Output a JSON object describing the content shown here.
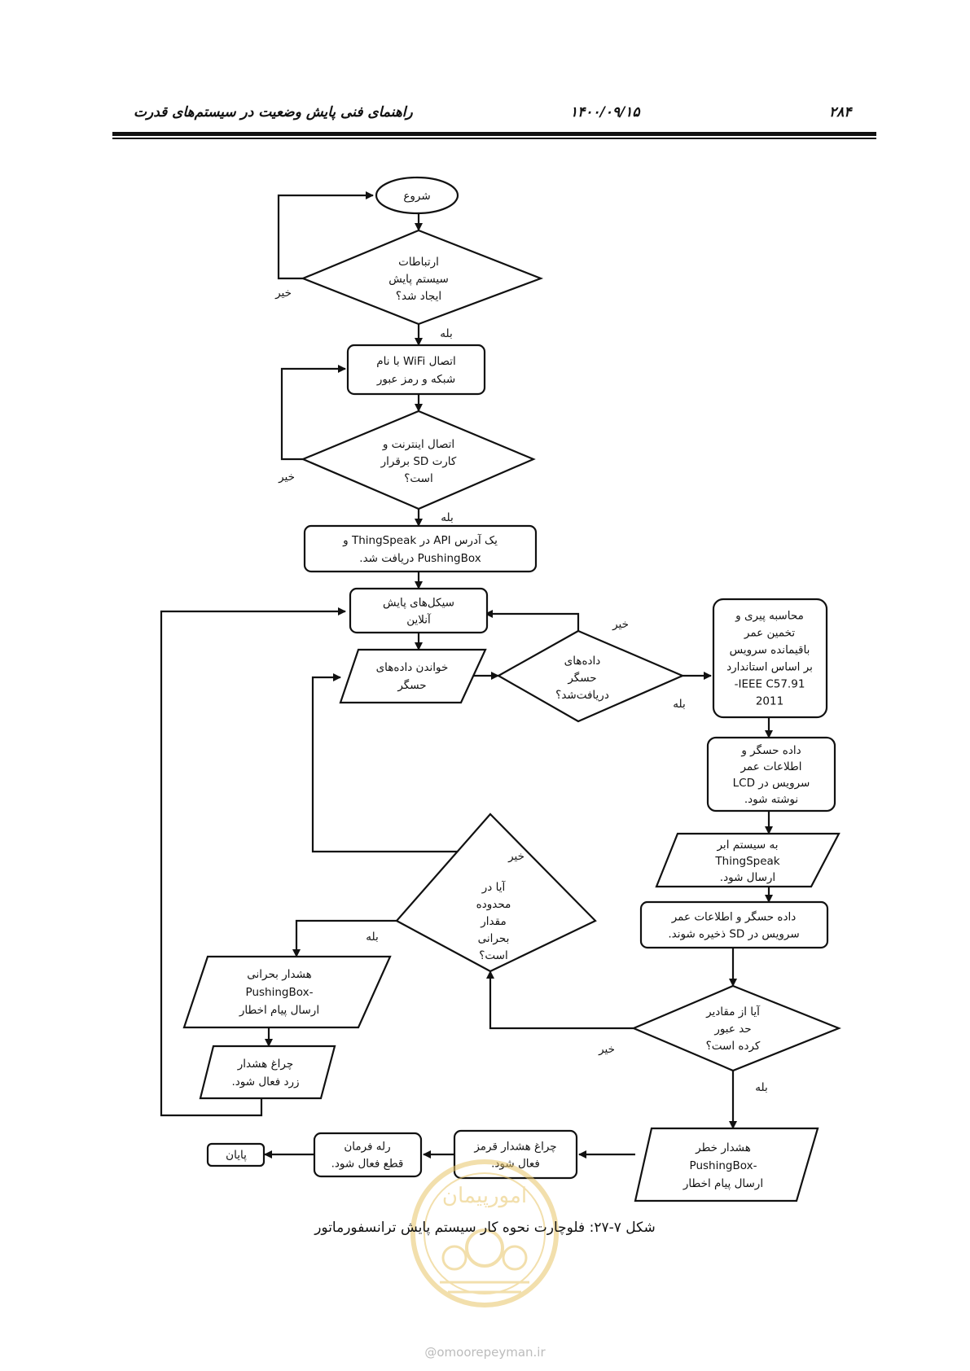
{
  "header": {
    "page_number": "۲۸۴",
    "date": "۱۴۰۰/۰۹/۱۵",
    "book_title": "راهنمای فنی پایش وضعیت در سیستم‌های قدرت"
  },
  "nodes": {
    "start": [
      "شروع"
    ],
    "d_comm": [
      "ارتباطات",
      "سیستم پایش",
      "ایجاد شد؟"
    ],
    "wifi": [
      "اتصال WiFi با نام",
      "شبکه و رمز عبور"
    ],
    "d_internet": [
      "اتصال اینترنت و",
      "کارت SD برقرار",
      "است؟"
    ],
    "api": [
      "یک آدرس API در ThingSpeak و",
      "PushingBox دریافت شد."
    ],
    "cycles": [
      "سیکل‌های پایش",
      "آنلاین"
    ],
    "read": [
      "خواندن داده‌های",
      "حسگر"
    ],
    "d_data": [
      "داده‌های",
      "حسگر",
      "دریافت‌شد؟"
    ],
    "calc": [
      "محاسبه پیری و",
      "تخمین عمر",
      "باقیمانده سرویس",
      "بر اساس استاندارد",
      "IEEE C57.91-",
      "2011"
    ],
    "lcd": [
      "داده حسگر و",
      "اطلاعات عمر",
      "سرویس در LCD",
      "نوشته شود."
    ],
    "cloud": [
      "به سیستم ابر",
      "ThingSpeak",
      "ارسال شود."
    ],
    "sd": [
      "داده حسگر و اطلاعات عمر",
      "سرویس در SD ذخیره شوند."
    ],
    "d_exceed": [
      "آیا از مقادیر",
      "حد عبور",
      "کرده است؟"
    ],
    "d_critical": [
      "آیا در",
      "محدوده",
      "مقدار",
      "بحرانی",
      "است؟"
    ],
    "alarm_crit": [
      "هشدار بحرانی",
      "-PushingBox",
      "ارسال پیام اخطار"
    ],
    "yellow": [
      "چراغ هشدار",
      "زرد فعال شود."
    ],
    "alarm_danger": [
      "هشدار خطر",
      "-PushingBox",
      "ارسال پیام اخطار"
    ],
    "red": [
      "چراغ هشدار قرمز",
      "فعال شود."
    ],
    "relay": [
      "رله فرمان",
      "قطع فعال شود."
    ],
    "end": [
      "پایان"
    ]
  },
  "labels": {
    "yes": "بله",
    "no": "خیر"
  },
  "caption": "شکل ۷-۲۷: فلوچارت نحوه کار سیستم پایش ترانسفورماتور",
  "stamp_text": "امورپیمان",
  "website": "@omoorepeyman.ir",
  "colors": {
    "stamp": "#e8c56a",
    "line": "#111111"
  }
}
